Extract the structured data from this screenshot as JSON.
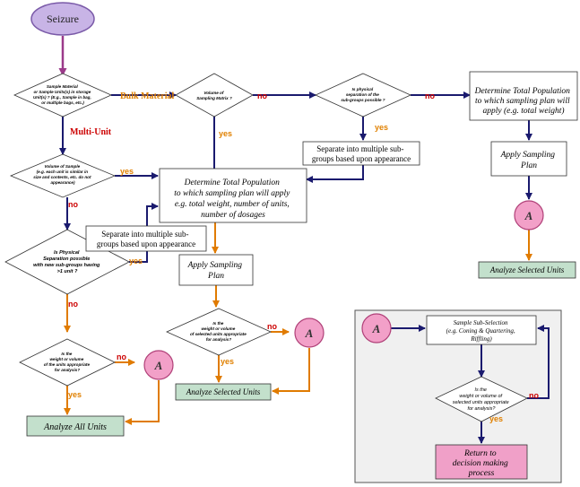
{
  "start": {
    "label": "Seizure"
  },
  "decisions": {
    "d1": [
      "Sample Material",
      "or Sample Units(s) in storage",
      "Unit(s) ? (E.g., Sample in bag,",
      "or multiple bags, etc.)"
    ],
    "d2": [
      "Volume of",
      "Sampling Matrix ?"
    ],
    "d3": [
      "Is physical",
      "separation of the",
      "sub-groups possible ?"
    ],
    "d4": [
      "Volume of Sample",
      "(e.g. each unit is similar in",
      "size and contents, etc. do not",
      "appearance)"
    ],
    "d5": [
      "Is Physical",
      "Separation possible",
      "with new sub-groups having",
      ">1 unit ?"
    ],
    "d6": [
      "Is the",
      "weight or volume",
      "of the units appropriate",
      "for analysis?"
    ],
    "d7": [
      "Is the",
      "weight or volume",
      "of selected units appropriate",
      "for analysis?"
    ],
    "d8": [
      "Is the",
      "weight or volume of",
      "selected units appropriate",
      "for analysis?"
    ]
  },
  "boxes": {
    "tp_right": [
      "Determine Total Population",
      "to which sampling plan will",
      "apply (e.g. total weight)"
    ],
    "apply_right": [
      "Apply Sampling",
      "Plan"
    ],
    "sep_mid": [
      "Separate into multiple sub-",
      "groups based upon appearance"
    ],
    "tp_center": [
      "Determine Total Population",
      "to which sampling plan will apply",
      "e.g. total weight, number of units,",
      "number of dosages"
    ],
    "sep_left": [
      "Separate into multiple sub-",
      "groups based upon appearance"
    ],
    "apply_center": [
      "Apply Sampling",
      "Plan"
    ],
    "inset_sample": [
      "Sample Sub-Selection",
      "(e.g. Coning & Quartering,",
      "Riffling)"
    ],
    "return": [
      "Return to",
      "decision making",
      "process"
    ]
  },
  "results": {
    "analyze_right": "Analyze Selected Units",
    "analyze_center": "Analyze Selected Units",
    "analyze_all": "Analyze All Units"
  },
  "connectors": {
    "a": "A"
  },
  "labels": {
    "bulk": "Bulk Material",
    "multi": "Multi-Unit",
    "yes": "yes",
    "no": "no"
  },
  "colors": {
    "start_fill": "#c8b4e6",
    "start_stroke": "#7a5aa8",
    "arrow_purple": "#9b3a8a",
    "arrow_navy": "#1a1a6e",
    "arrow_orange": "#e07b00",
    "connector_fill": "#f2a0c8",
    "connector_stroke": "#b04078",
    "result_fill": "#c3e0cc",
    "return_fill": "#f0a0c8",
    "inset_fill": "#f0f0f0",
    "label_no": "#cc0000",
    "label_yes": "#e08000"
  }
}
